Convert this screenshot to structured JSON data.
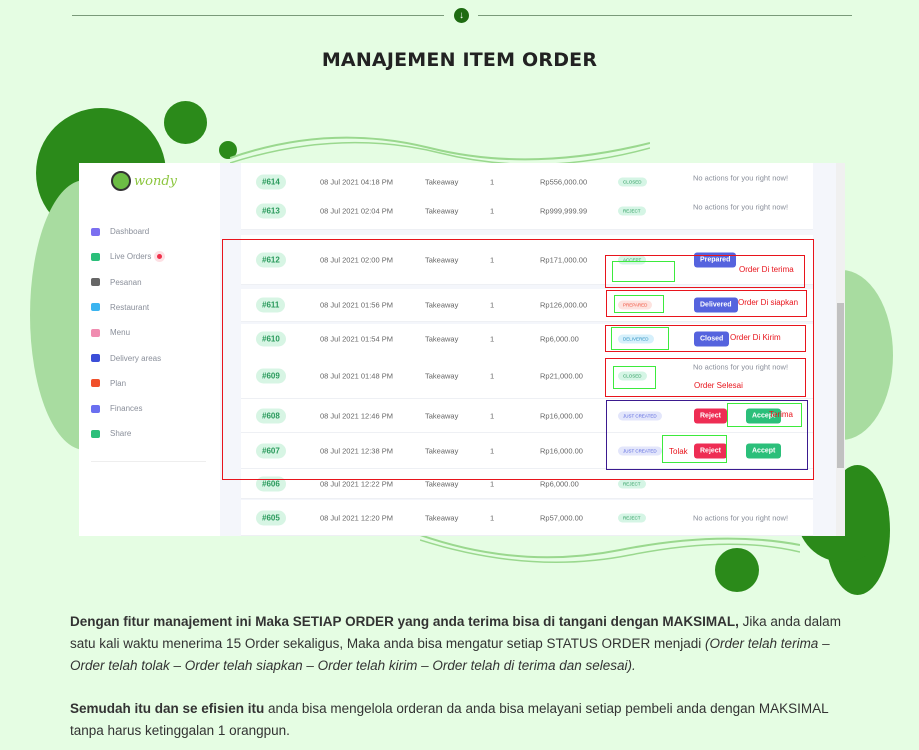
{
  "heading": "MANAJEMEN ITEM ORDER",
  "colors": {
    "accent": "#2b8a1a",
    "background": "#e5fde3"
  },
  "app": {
    "logo": "wondy",
    "sidebar": [
      {
        "label": "Dashboard",
        "icon": "monitor-icon",
        "color": "#7b6ff0"
      },
      {
        "label": "Live Orders",
        "icon": "basket-icon",
        "color": "#2bbf7a",
        "badge": true
      },
      {
        "label": "Pesanan",
        "icon": "basket-icon",
        "color": "#666"
      },
      {
        "label": "Restaurant",
        "icon": "store-icon",
        "color": "#3bb4f0"
      },
      {
        "label": "Menu",
        "icon": "menu-icon",
        "color": "#f08cb0"
      },
      {
        "label": "Delivery areas",
        "icon": "location-pin-icon",
        "color": "#3b4ed8"
      },
      {
        "label": "Plan",
        "icon": "card-icon",
        "color": "#f0502b"
      },
      {
        "label": "Finances",
        "icon": "finance-icon",
        "color": "#6a6ff0"
      },
      {
        "label": "Share",
        "icon": "send-icon",
        "color": "#2bbf7a"
      }
    ],
    "orders": [
      {
        "id": "#614",
        "date": "08 Jul 2021 04:18 PM",
        "type": "Takeaway",
        "qty": "1",
        "price": "Rp556,000.00",
        "status": "CLOSED",
        "actions": [],
        "note": "No actions for you right now!"
      },
      {
        "id": "#613",
        "date": "08 Jul 2021 02:04 PM",
        "type": "Takeaway",
        "qty": "1",
        "price": "Rp999,999.99",
        "status": "REJECT",
        "actions": [],
        "note": "No actions for you right now!"
      },
      {
        "id": "#612",
        "date": "08 Jul 2021 02:00 PM",
        "type": "Takeaway",
        "qty": "1",
        "price": "Rp171,000.00",
        "status": "ACCEPT",
        "actions": [
          "Prepared"
        ]
      },
      {
        "id": "#611",
        "date": "08 Jul 2021 01:56 PM",
        "type": "Takeaway",
        "qty": "1",
        "price": "Rp126,000.00",
        "status": "PREPARED",
        "actions": [
          "Delivered"
        ]
      },
      {
        "id": "#610",
        "date": "08 Jul 2021 01:54 PM",
        "type": "Takeaway",
        "qty": "1",
        "price": "Rp6,000.00",
        "status": "DELIVERED",
        "actions": [
          "Closed"
        ]
      },
      {
        "id": "#609",
        "date": "08 Jul 2021 01:48 PM",
        "type": "Takeaway",
        "qty": "1",
        "price": "Rp21,000.00",
        "status": "CLOSED",
        "actions": [],
        "note": "No actions for you right now!"
      },
      {
        "id": "#608",
        "date": "08 Jul 2021 12:46 PM",
        "type": "Takeaway",
        "qty": "1",
        "price": "Rp16,000.00",
        "status": "JUST CREATED",
        "actions": [
          "Reject",
          "Accept"
        ]
      },
      {
        "id": "#607",
        "date": "08 Jul 2021 12:38 PM",
        "type": "Takeaway",
        "qty": "1",
        "price": "Rp16,000.00",
        "status": "JUST CREATED",
        "actions": [
          "Reject",
          "Accept"
        ]
      },
      {
        "id": "#606",
        "date": "08 Jul 2021 12:22 PM",
        "type": "Takeaway",
        "qty": "1",
        "price": "Rp6,000.00",
        "status": "REJECT",
        "actions": []
      },
      {
        "id": "#605",
        "date": "08 Jul 2021 12:20 PM",
        "type": "Takeaway",
        "qty": "1",
        "price": "Rp57,000.00",
        "status": "REJECT",
        "actions": [],
        "note": "No actions for you right now!"
      }
    ],
    "annotations": {
      "a612": "Order Di terima",
      "a611": "Order Di siapkan",
      "a610": "Order Di Kirim",
      "a609": "Order Selesai",
      "a608": "Terima",
      "a607": "Tolak"
    }
  },
  "paragraphs": {
    "p1_bold": "Dengan fitur manajement ini Maka SETIAP ORDER yang anda terima bisa di tangani dengan MAKSIMAL,",
    "p1_text": " Jika anda dalam satu kali waktu menerima 15 Order sekaligus, Maka anda bisa mengatur setiap STATUS ORDER menjadi ",
    "p1_italic": "(Order telah terima – Order telah tolak – Order telah siapkan – Order telah kirim – Order telah di terima dan selesai).",
    "p2_bold": "Semudah itu dan se efisien itu",
    "p2_text": " anda bisa mengelola orderan da anda bisa melayani setiap pembeli anda dengan MAKSIMAL tanpa harus ketinggalan 1 orangpun."
  }
}
